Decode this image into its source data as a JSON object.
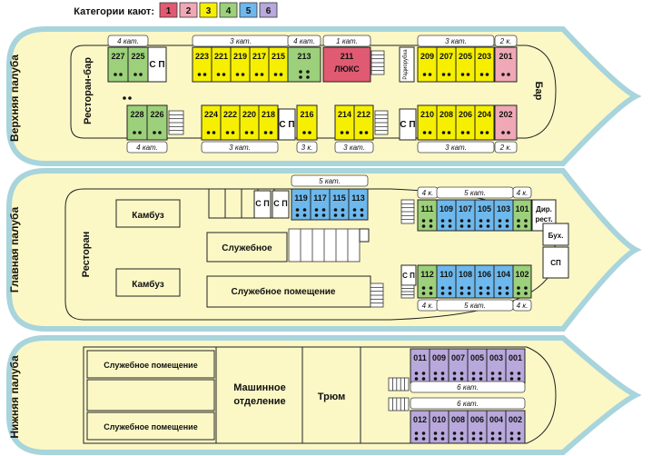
{
  "legend": {
    "title": "Категории кают:",
    "items": [
      {
        "label": "1",
        "color": "#e05a72"
      },
      {
        "label": "2",
        "color": "#f0a8b6"
      },
      {
        "label": "3",
        "color": "#f6f000"
      },
      {
        "label": "4",
        "color": "#9cd07a"
      },
      {
        "label": "5",
        "color": "#6db8ec"
      },
      {
        "label": "6",
        "color": "#b8a8dc"
      }
    ]
  },
  "colors": {
    "hull_fill": "#fbf8c6",
    "hull_border": "#a8d4dc",
    "cat1": "#e05a72",
    "cat2": "#f0a8b6",
    "cat3": "#f6f000",
    "cat4": "#9cd07a",
    "cat5": "#6db8ec",
    "cat6": "#b8a8dc"
  },
  "decks": {
    "upper": {
      "label": "Верхняя палуба",
      "restaurant_bar": "Ресторан-бар",
      "bar": "Бар",
      "radio": "Радиорубка",
      "lux": "ЛЮКС",
      "sp": "С П",
      "top_cat_labels": [
        "4 кат.",
        "3 кат.",
        "4 кат.",
        "1 кат.",
        "3 кат.",
        "2 к."
      ],
      "bottom_cat_labels": [
        "4 кат.",
        "3 кат.",
        "3 к.",
        "3 кат.",
        "3 кат.",
        "2 к."
      ],
      "cabins_top": [
        "227",
        "225",
        "223",
        "221",
        "219",
        "217",
        "215",
        "213",
        "211",
        "209",
        "207",
        "205",
        "203",
        "201"
      ],
      "cabins_bottom": [
        "228",
        "226",
        "224",
        "222",
        "220",
        "218",
        "216",
        "214",
        "212",
        "210",
        "208",
        "206",
        "204",
        "202"
      ]
    },
    "main": {
      "label": "Главная палуба",
      "restaurant": "Ресторан",
      "galley": "Камбуз",
      "service": "Служебное",
      "service_room": "Служебное помещение",
      "dir": "Дир. рест.",
      "buh": "Бух.",
      "sp": "СП",
      "sp_short": "С П",
      "cat5": "5 кат.",
      "cat4": "4 к.",
      "cabins_top": [
        "119",
        "117",
        "115",
        "113",
        "111",
        "109",
        "107",
        "105",
        "103",
        "101"
      ],
      "cabins_bottom": [
        "112",
        "110",
        "108",
        "106",
        "104",
        "102"
      ]
    },
    "lower": {
      "label": "Нижняя палуба",
      "service_room": "Служебное помещение",
      "engine": "Машинное отделение",
      "hold": "Трюм",
      "cat6": "6 кат.",
      "cabins_top": [
        "011",
        "009",
        "007",
        "005",
        "003",
        "001"
      ],
      "cabins_bottom": [
        "012",
        "010",
        "008",
        "006",
        "004",
        "002"
      ]
    }
  }
}
